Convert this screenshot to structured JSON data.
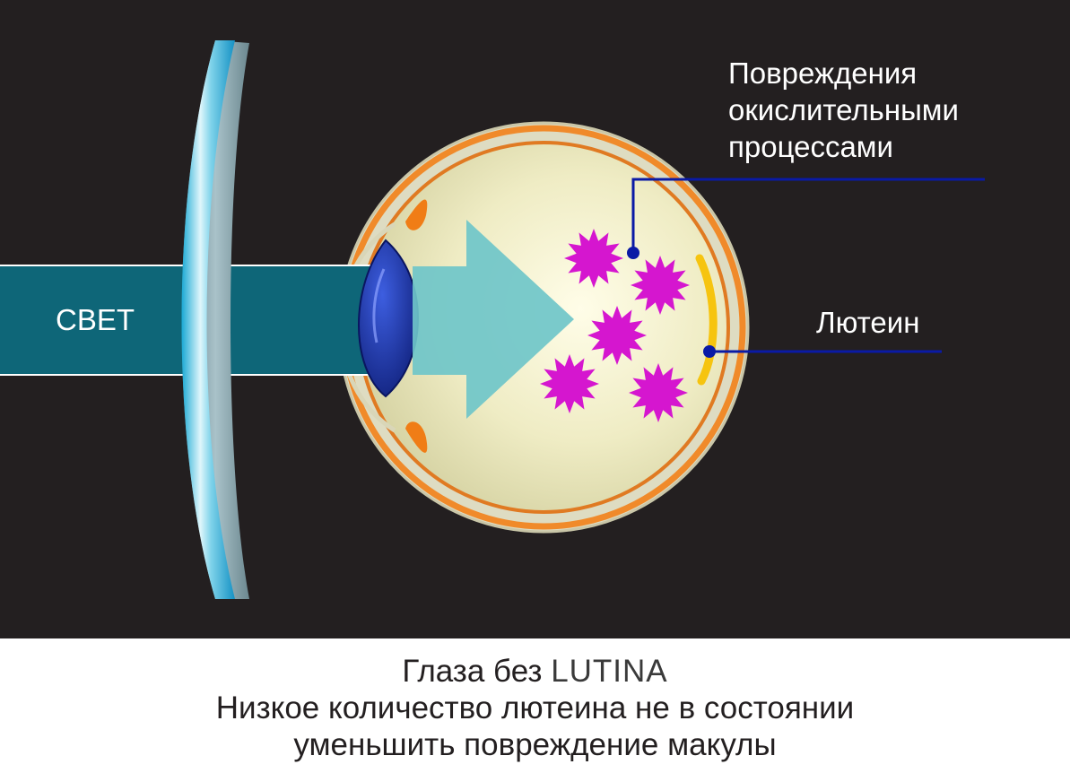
{
  "diagram": {
    "light_label": "СВЕТ",
    "damage_label_lines": [
      "Повреждения",
      "окислительными",
      "процессами"
    ],
    "lutein_label": "Лютеин"
  },
  "caption": {
    "line1_prefix": "Глаза без",
    "line1_brand": "LUTINA",
    "line2": "Низкое количество лютеина не в состоянии",
    "line3": "уменьшить повреждение макулы"
  },
  "colors": {
    "background": "#231f20",
    "light_beam": "#0e6678",
    "arrow": "#6fc6c9",
    "eye_fill": "#ece9bf",
    "eye_outline": "#f08a2a",
    "lens": "#1a2f9a",
    "free_radical": "#d516cf",
    "lutein": "#f6c40f",
    "pointer_line": "#0a1aa6"
  }
}
